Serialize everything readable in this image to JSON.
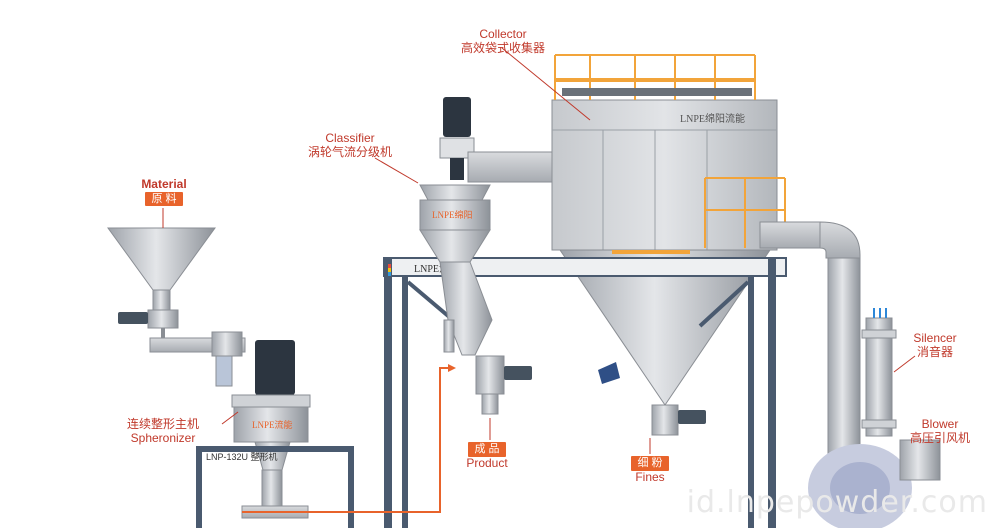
{
  "labels": {
    "collector_en": "Collector",
    "collector_cn": "高效袋式收集器",
    "classifier_en": "Classifier",
    "classifier_cn": "涡轮气流分级机",
    "material_en": "Material",
    "material_cn": "原 料",
    "silencer_en": "Silencer",
    "silencer_cn": "消音器",
    "blower_en": "Blower",
    "blower_cn": "高压引风机",
    "spheronizer_cn": "连续整形主机",
    "spheronizer_en": "Spheronizer",
    "product_cn": "成 品",
    "product_en": "Product",
    "fines_cn": "细 粉",
    "fines_en": "Fines"
  },
  "equipment_marks": {
    "brand_collector": "LNPE绵阳流能",
    "brand_classifier": "LNPE绵阳",
    "brand_frame": "LNPE流能",
    "brand_spheronizer": "LNPE流能",
    "spheronizer_model": "LNP-132U 整形机"
  },
  "watermark": "id.lnpepowder.com",
  "colors": {
    "accent": "#e8632b",
    "label_red": "#c0392b",
    "steel": "#b9bcc1",
    "frame": "#4a5a6f",
    "orange_rail": "#f2a43a"
  }
}
